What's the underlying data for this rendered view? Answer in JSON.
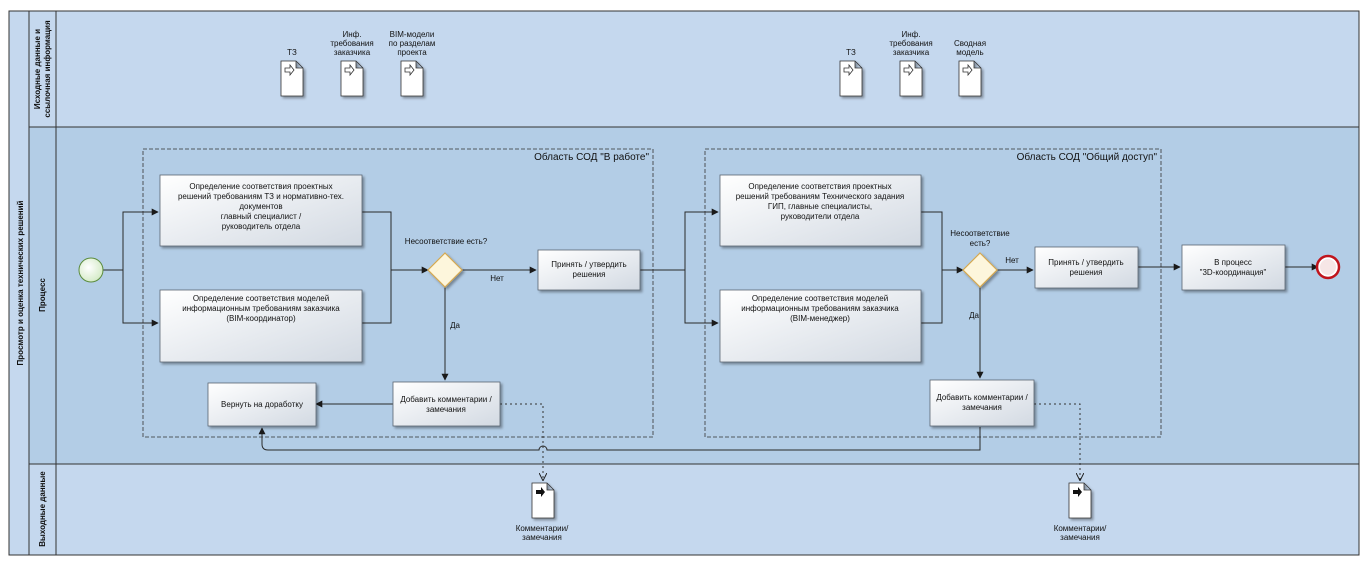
{
  "pool": {
    "title": "Просмотр и оценка технических решений"
  },
  "lanes": {
    "input": "Исходные данные и ссылочная информация",
    "process": "Процесс",
    "output": "Выходные данные"
  },
  "inputs_left": [
    {
      "label": [
        "ТЗ"
      ]
    },
    {
      "label": [
        "Инф.",
        "требования",
        "заказчика"
      ]
    },
    {
      "label": [
        "BIM-модели",
        "по разделам",
        "проекта"
      ]
    }
  ],
  "inputs_right": [
    {
      "label": [
        "ТЗ"
      ]
    },
    {
      "label": [
        "Инф.",
        "требования",
        "заказчика"
      ]
    },
    {
      "label": [
        "Сводная",
        "модель"
      ]
    }
  ],
  "groups": {
    "left": "Область СОД \"В работе\"",
    "right": "Область СОД \"Общий доступ\""
  },
  "tasks": {
    "l_check_tz": [
      "Определение соответствия проектных",
      "решений требованиям ТЗ и нормативно-тех.",
      "документов",
      "",
      "главный специалист /",
      "руководитель отдела"
    ],
    "l_check_bim": [
      "Определение соответствия моделей",
      "информационным требованиям заказчика",
      "",
      "",
      "(BIM-координатор)"
    ],
    "l_accept": [
      "Принять / утвердить",
      "решения"
    ],
    "l_comment": [
      "Добавить комментарии /",
      "замечания"
    ],
    "l_return": [
      "Вернуть на доработку"
    ],
    "r_check_tz": [
      "Определение соответствия проектных",
      "решений требованиям Технического задания",
      "",
      "ГИП, главные специалисты,",
      "руководители отдела"
    ],
    "r_check_bim": [
      "Определение соответствия моделей",
      "информационным требованиям заказчика",
      "",
      "",
      "(BIM-менеджер)"
    ],
    "r_accept": [
      "Принять / утвердить",
      "решения"
    ],
    "r_comment": [
      "Добавить комментарии /",
      "замечания"
    ],
    "r_next": [
      "В процесс",
      "\"3D-координация\""
    ]
  },
  "gateways": {
    "left_question": [
      "Несоответствие есть?"
    ],
    "right_question": [
      "Несоответствие",
      "есть?"
    ],
    "no": "Нет",
    "yes": "Да"
  },
  "outputs": {
    "left": [
      "Комментарии/",
      "замечания"
    ],
    "right": [
      "Комментарии/",
      "замечания"
    ]
  },
  "colors": {
    "lane_input": "#c5d8ee",
    "lane_process": "#b3cde6",
    "lane_output": "#c5d8ee",
    "pool_header": "#c5d8ee",
    "gateway": "#fdf6dc",
    "gateway_stroke": "#d6a84f",
    "end_stroke": "#c0141c",
    "start_fill": "#e7f4dd"
  }
}
